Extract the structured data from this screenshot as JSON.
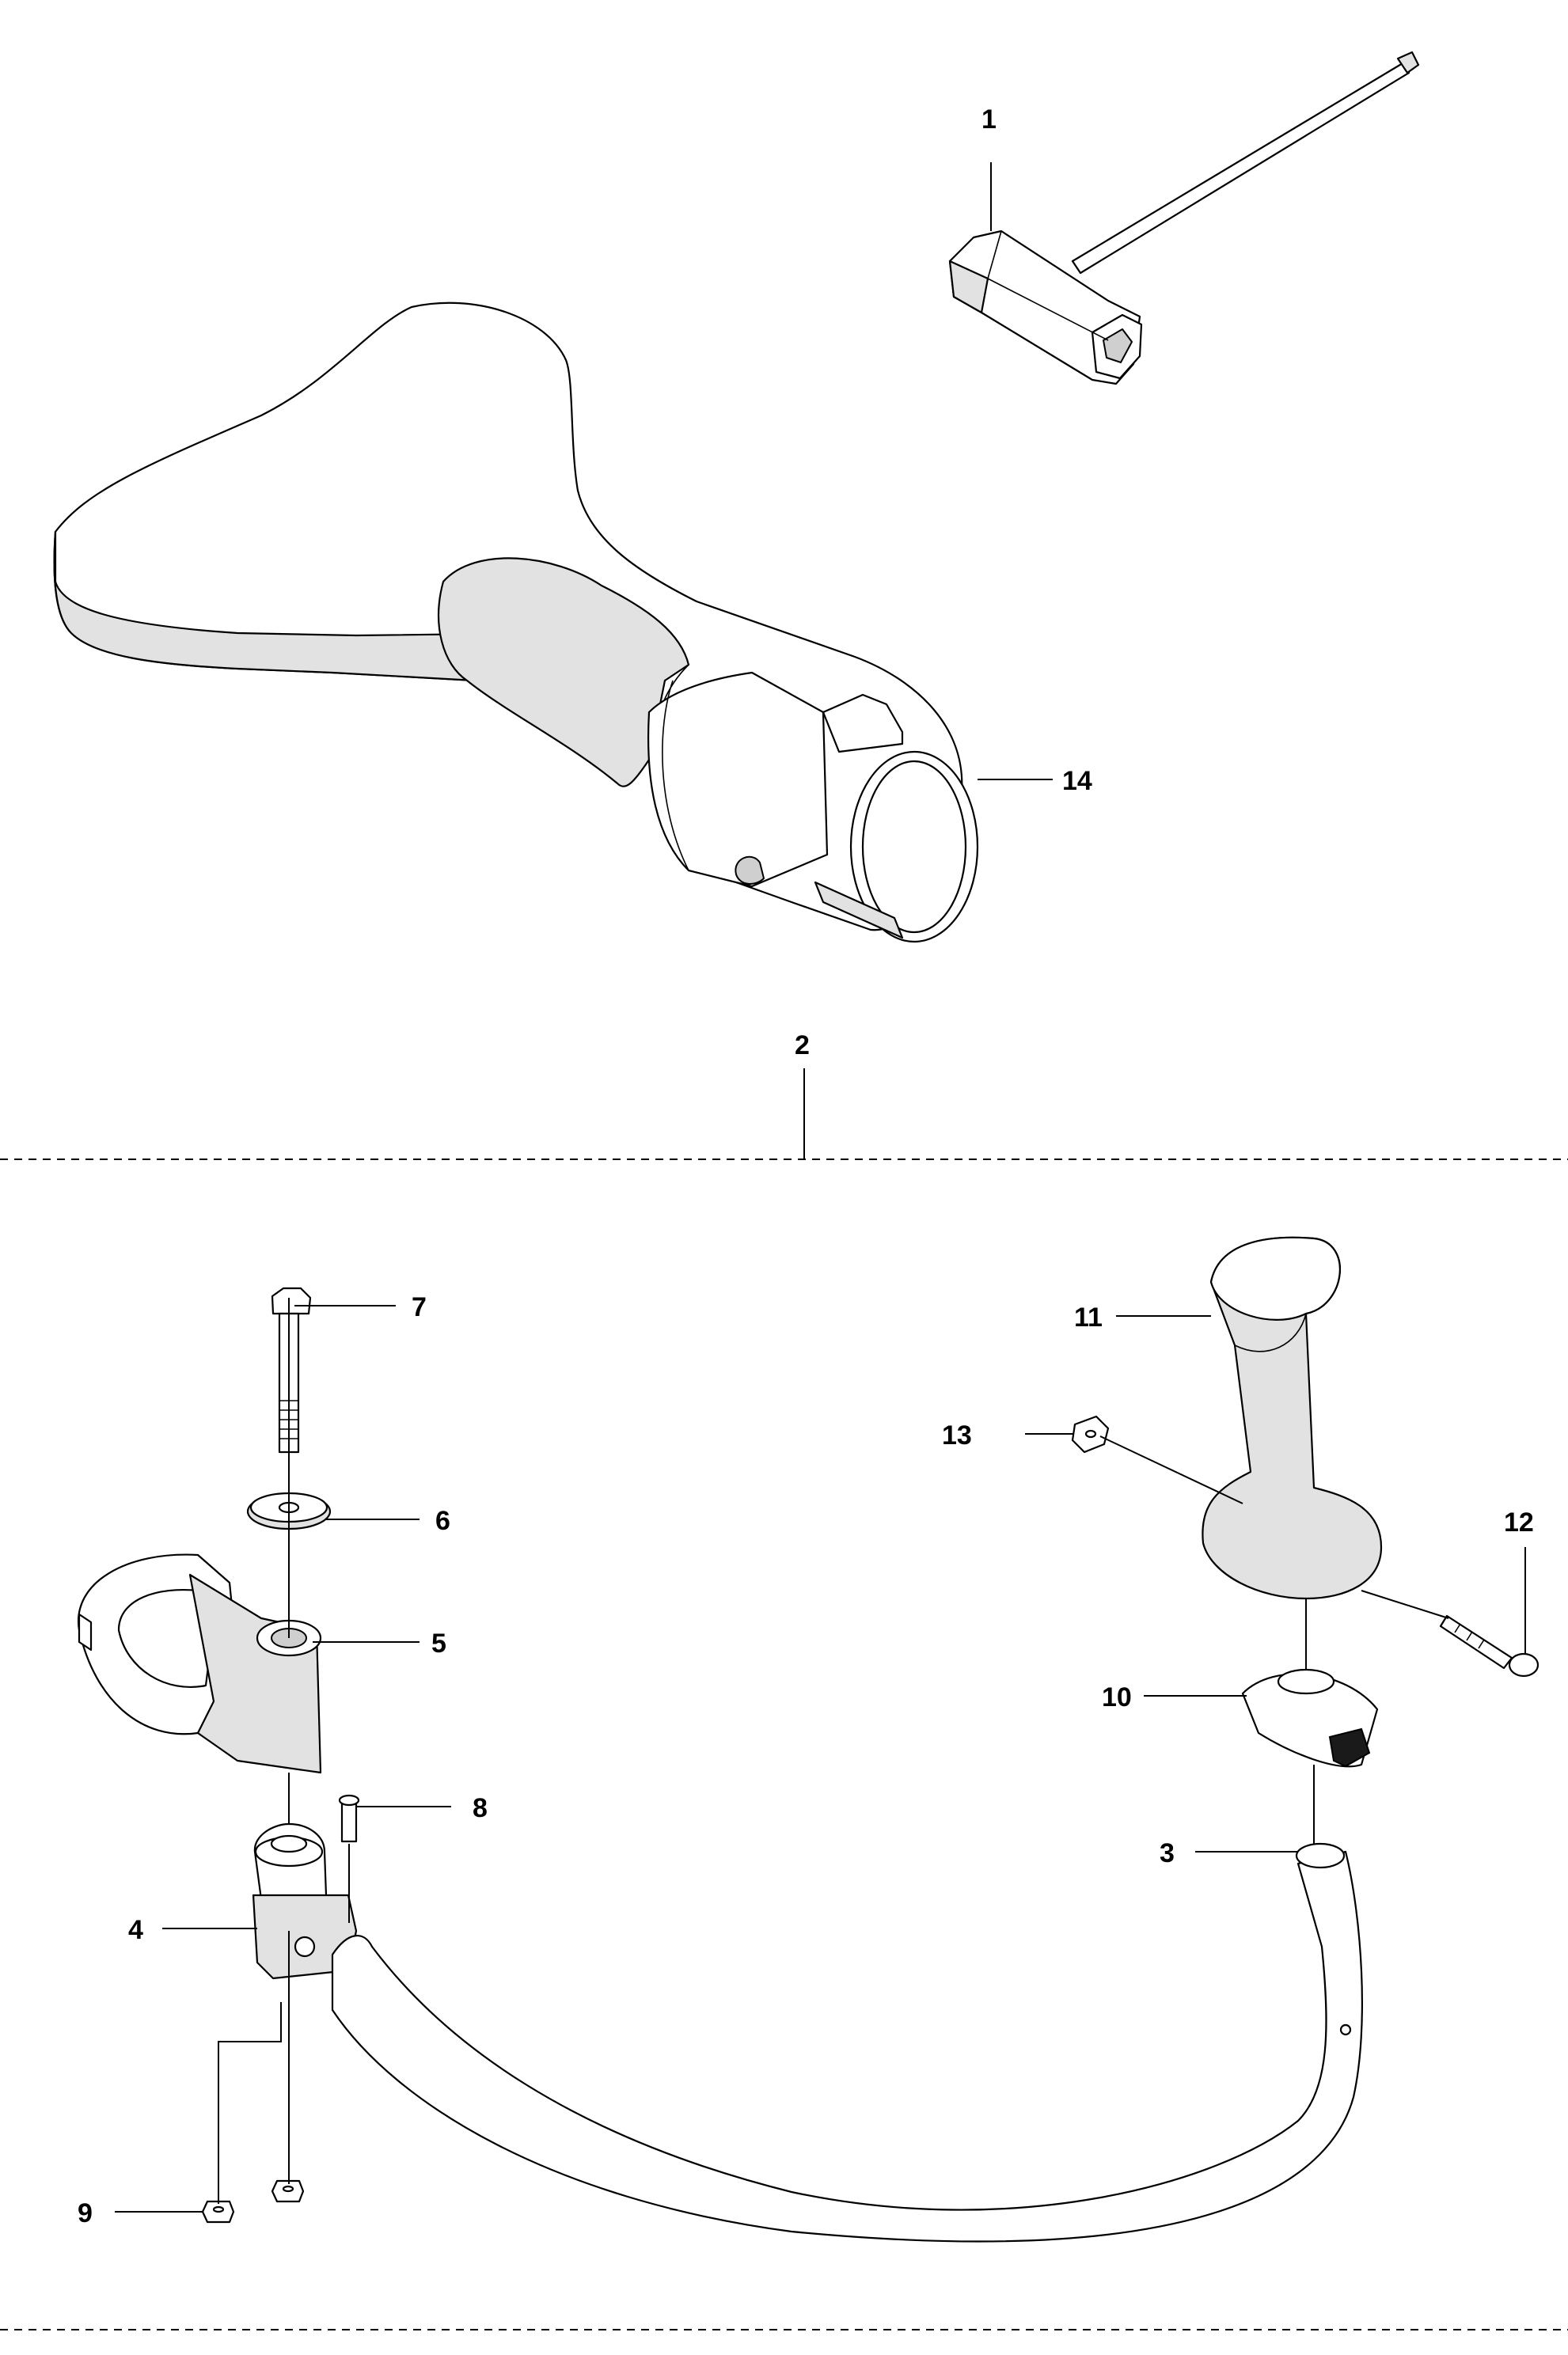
{
  "callouts": {
    "c1": "1",
    "c2": "2",
    "c3": "3",
    "c4": "4",
    "c5": "5",
    "c6": "6",
    "c7": "7",
    "c8": "8",
    "c9": "9",
    "c10": "10",
    "c11": "11",
    "c12": "12",
    "c13": "13",
    "c14": "14"
  },
  "colors": {
    "line": "#000000",
    "background": "#ffffff",
    "part_shade": "#e2e2e2"
  }
}
